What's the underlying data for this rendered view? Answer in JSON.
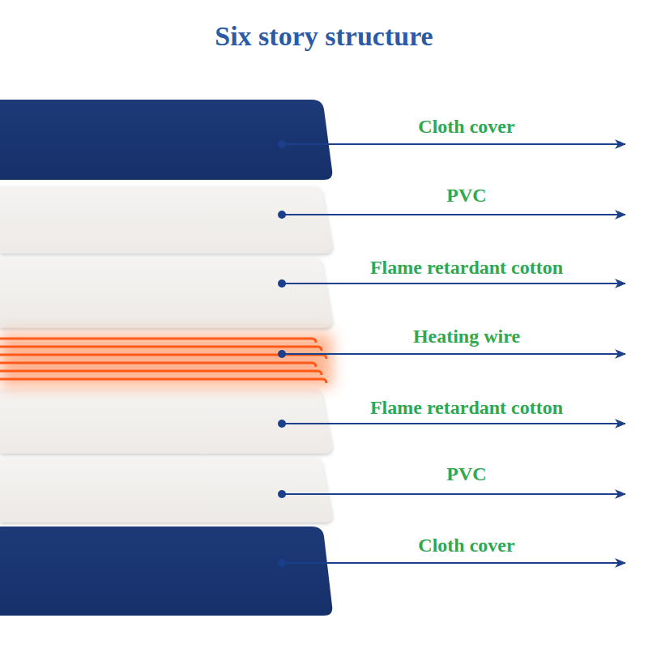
{
  "diagram": {
    "title": "Six story structure",
    "labels": [
      "Cloth cover",
      "PVC",
      "Flame retardant cotton",
      "Heating wire",
      "Flame retardant cotton",
      "PVC",
      "Cloth cover"
    ]
  }
}
